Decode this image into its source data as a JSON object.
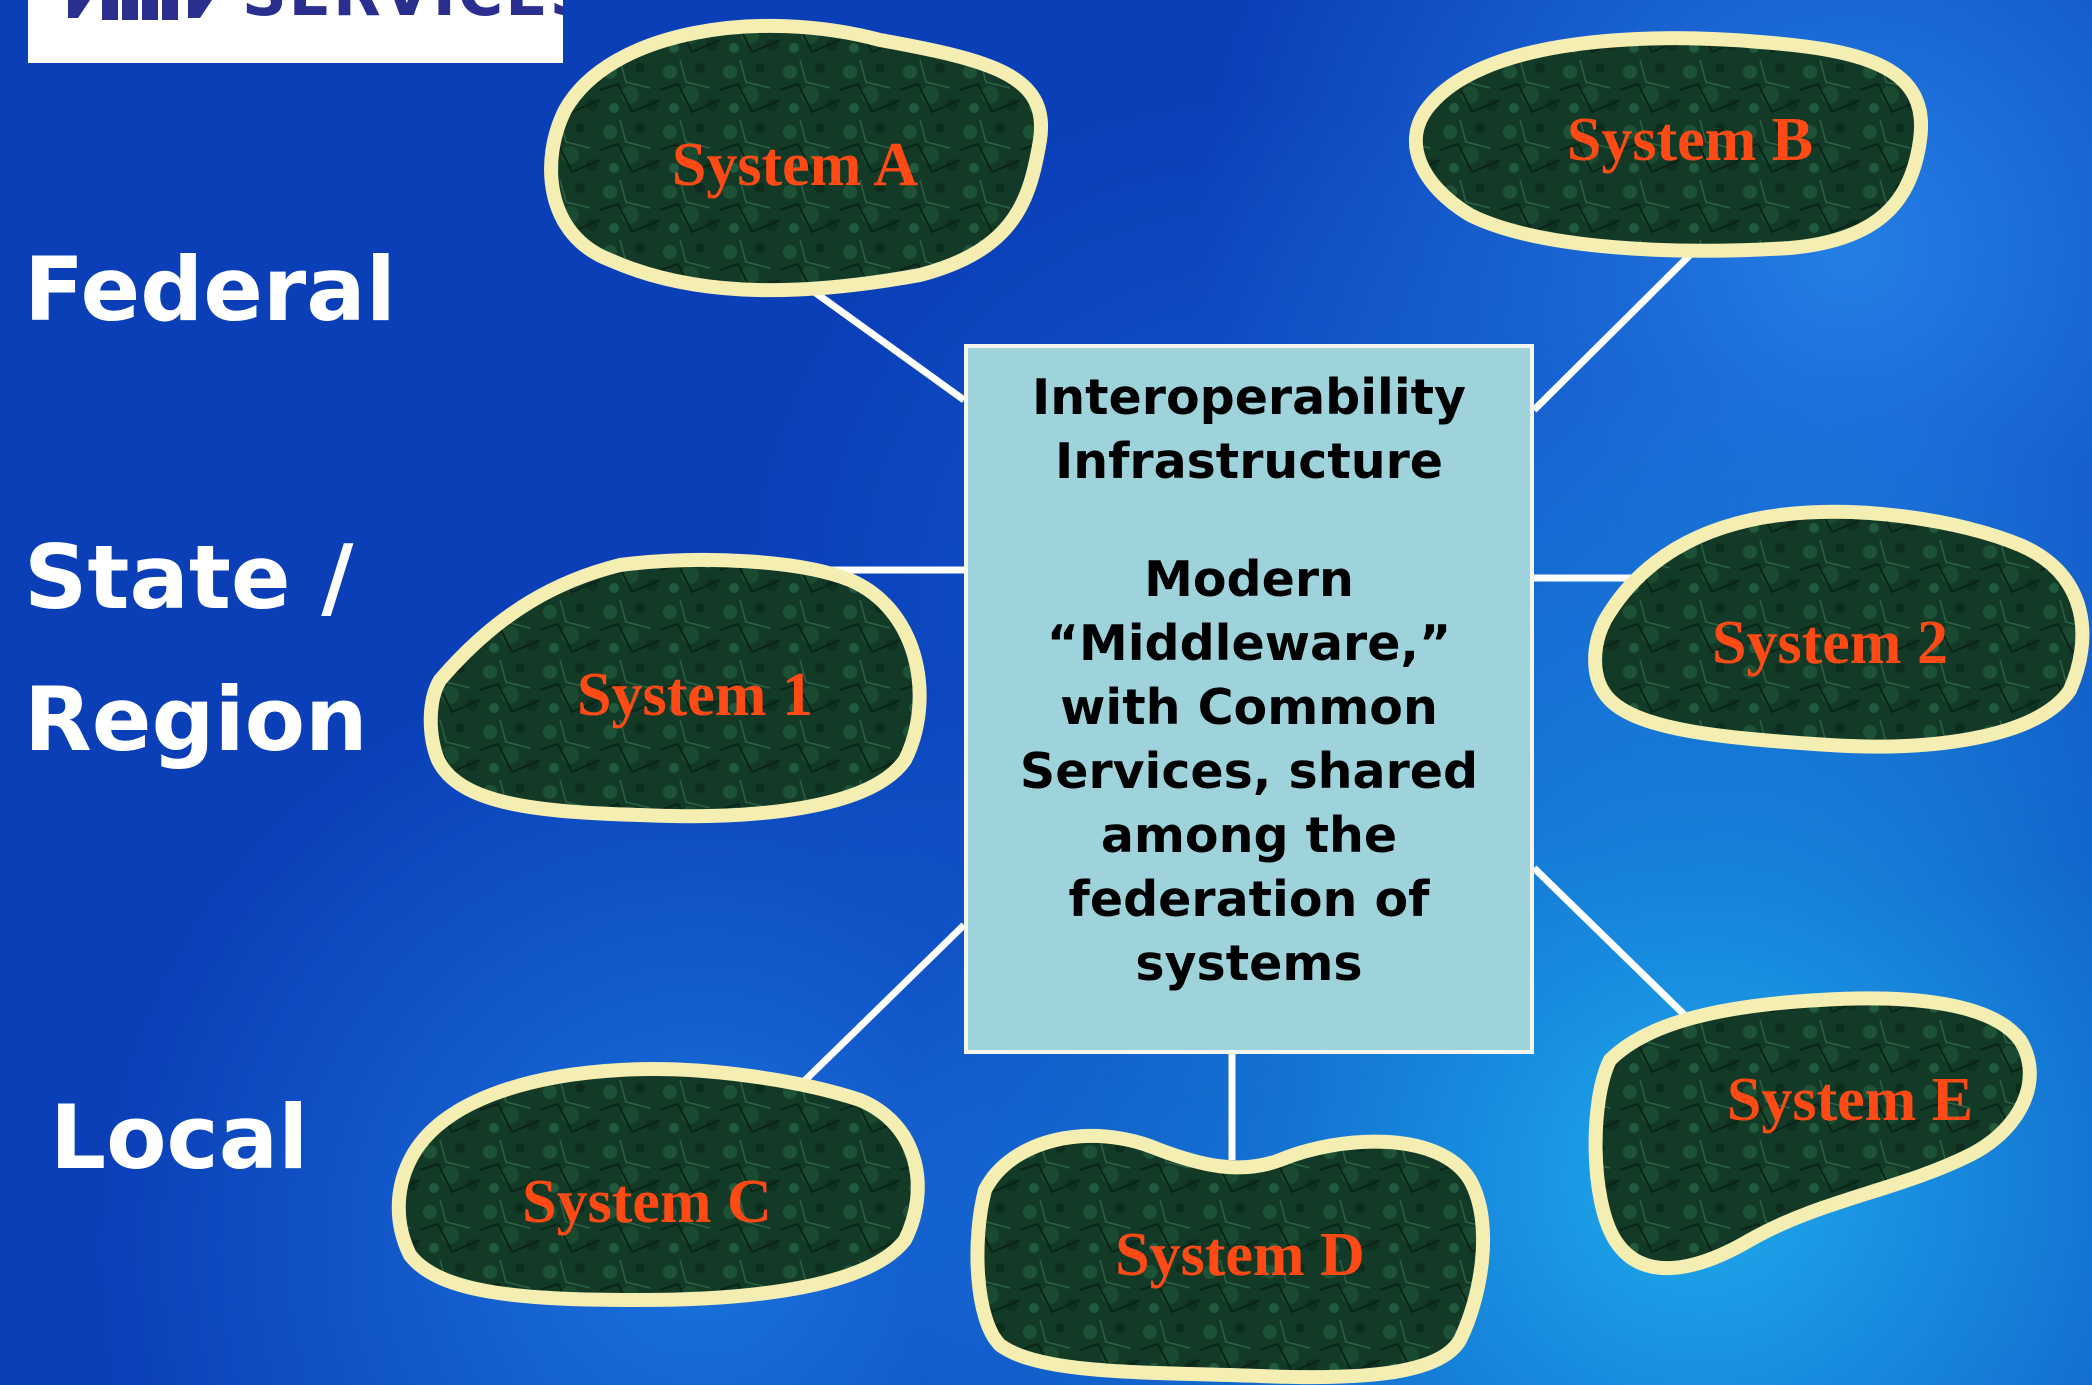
{
  "logo": {
    "text": "SERVICES"
  },
  "tiers": [
    "Federal",
    "State /",
    "Region",
    "Local"
  ],
  "hub": {
    "title": "Interoperability Infrastructure",
    "description": "Modern “Middleware,” with Common Services, shared among the federation of systems"
  },
  "systems": {
    "a": "System A",
    "b": "System B",
    "one": "System 1",
    "two": "System 2",
    "c": "System C",
    "d": "System D",
    "e": "System E"
  },
  "colors": {
    "background": "#0a3fb8",
    "island_fill": "#123a26",
    "island_border": "#f4eeb2",
    "system_label": "#ff4a16",
    "hub_fill": "#9fd3dc",
    "connector": "#ffffff"
  }
}
